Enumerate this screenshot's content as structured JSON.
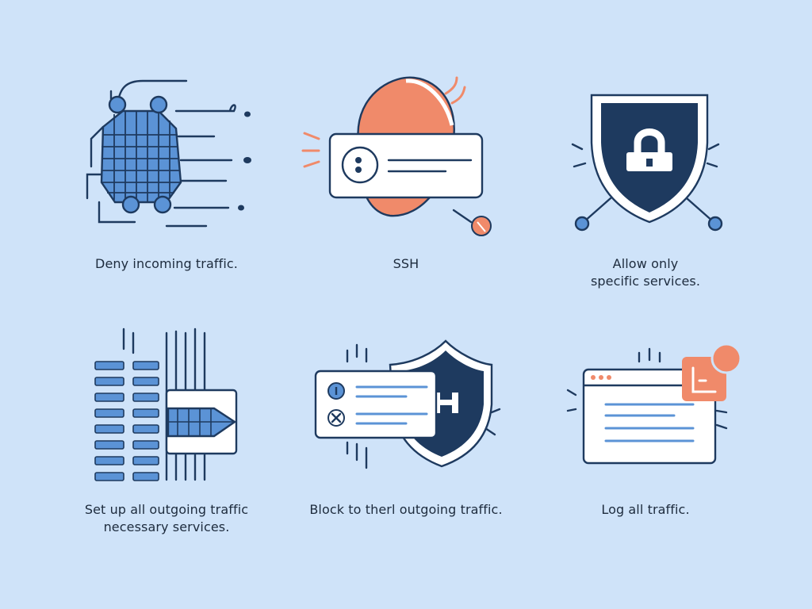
{
  "tiles": [
    {
      "id": "deny",
      "icon": "firewall-grid-icon",
      "lines": [
        "Deny incoming traffic."
      ]
    },
    {
      "id": "ssh",
      "icon": "ssh-terminal-icon",
      "lines": [
        "SSH"
      ]
    },
    {
      "id": "allow",
      "icon": "shield-lock-icon",
      "lines": [
        "Allow only",
        "specific services."
      ]
    },
    {
      "id": "setup",
      "icon": "server-arrow-icon",
      "lines": [
        "Set up all outgoing traffic",
        "necessary services."
      ]
    },
    {
      "id": "block",
      "icon": "shield-window-icon",
      "lines": [
        "Block to therl outgoing traffic."
      ]
    },
    {
      "id": "log",
      "icon": "log-window-icon",
      "lines": [
        "Log all traffic."
      ]
    }
  ],
  "colors": {
    "background": "#cfe3f9",
    "navy": "#1e3a5f",
    "blue": "#5b93d6",
    "orange": "#f08a6a",
    "white": "#ffffff"
  }
}
